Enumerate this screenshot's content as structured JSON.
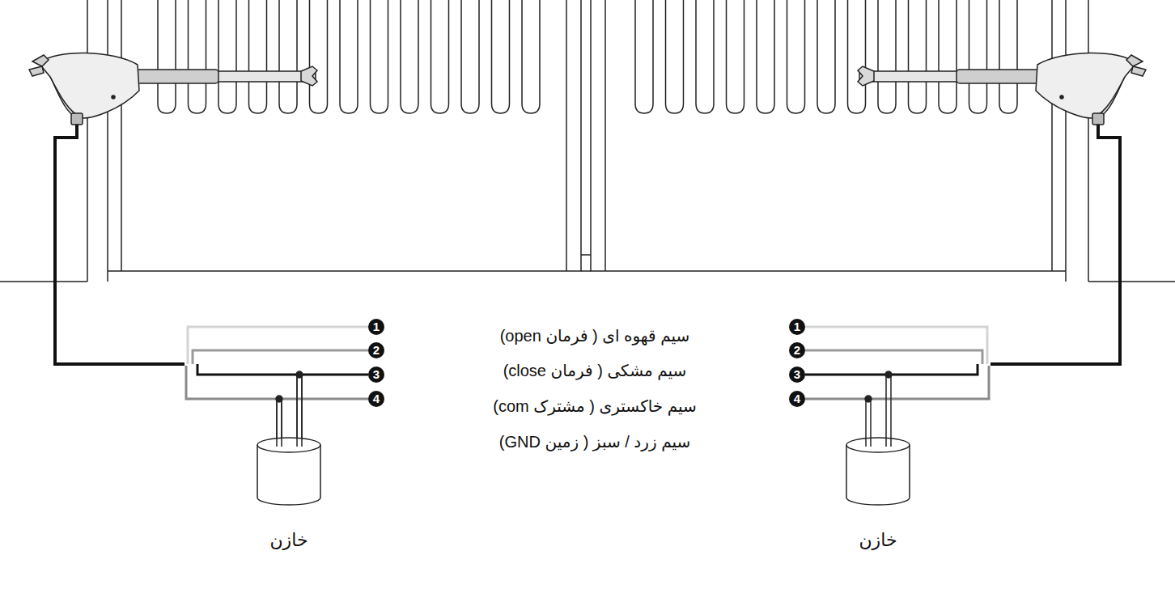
{
  "diagram": {
    "labels": [
      "1",
      "2",
      "3",
      "4",
      "سیم قهوه ای ( فرمان open)",
      "سیم مشکی ( فرمان close)",
      "سیم خاکستری ( مشترک com)",
      "سیم زرد / سبز ( زمین GND)",
      "1",
      "2",
      "3",
      "4",
      "خازن",
      "خازن"
    ]
  }
}
